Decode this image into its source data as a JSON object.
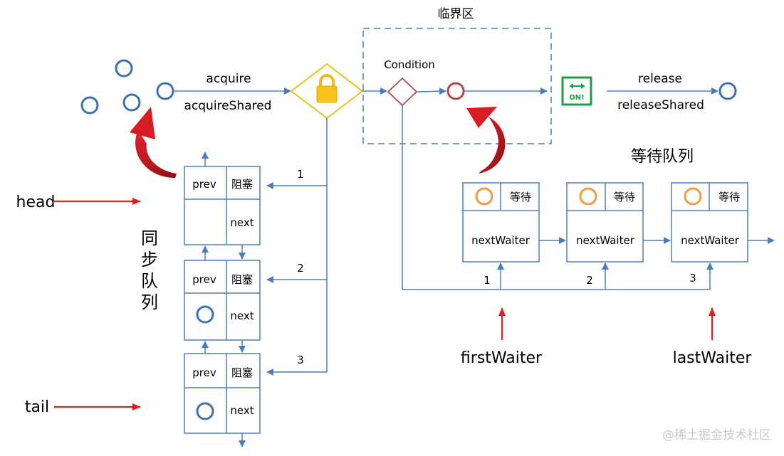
{
  "critical_section": {
    "label": "临界区",
    "condition_label": "Condition"
  },
  "top_flow": {
    "acquire_label": "acquire",
    "acquire_shared_label": "acquireShared",
    "release_label": "release",
    "release_shared_label": "releaseShared",
    "switch_text": "ON!"
  },
  "sync_queue": {
    "title_chars": [
      "同",
      "步",
      "队",
      "列"
    ],
    "head_label": "head",
    "tail_label": "tail",
    "nodes": [
      {
        "prev": "prev",
        "status": "阻塞",
        "next": "next",
        "edge_num": "1"
      },
      {
        "prev": "prev",
        "status": "阻塞",
        "next": "next",
        "edge_num": "2"
      },
      {
        "prev": "prev",
        "status": "阻塞",
        "next": "next",
        "edge_num": "3"
      }
    ]
  },
  "wait_queue": {
    "title": "等待队列",
    "first_label": "firstWaiter",
    "last_label": "lastWaiter",
    "nodes": [
      {
        "status": "等待",
        "next": "nextWaiter",
        "edge_num": "1"
      },
      {
        "status": "等待",
        "next": "nextWaiter",
        "edge_num": "2"
      },
      {
        "status": "等待",
        "next": "nextWaiter",
        "edge_num": "3"
      }
    ]
  },
  "watermark": "@稀土掘金技术社区",
  "colors": {
    "line": "#4a7ebb",
    "thread_circle": "#3f6fb5",
    "lock_fill": "#f7c21c",
    "lock_outline": "#e6b800",
    "condition_diamond": "#b5464a",
    "red_arrow": "#e02020",
    "curved_arrow": "#c0141e",
    "switch": "#1aa04a",
    "wait_circle": "#f29a45"
  }
}
